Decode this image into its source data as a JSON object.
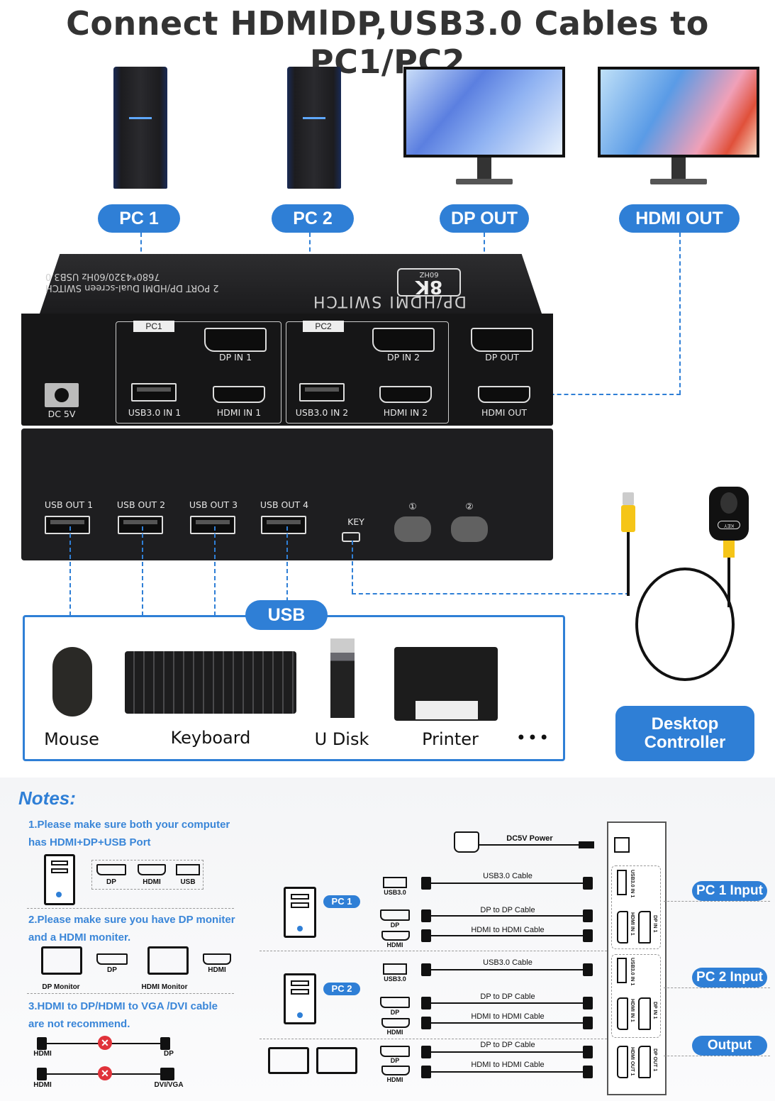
{
  "title": "Connect HDMlDP,USB3.0 Cables to PC1/PC2",
  "top_pills": [
    "PC 1",
    "PC 2",
    "DP OUT",
    "HDMI OUT"
  ],
  "devices_top": [
    {
      "name": "pc-1",
      "icon": "pc-tower-icon"
    },
    {
      "name": "pc-2",
      "icon": "pc-tower-icon"
    },
    {
      "name": "dp-monitor",
      "icon": "monitor-icon"
    },
    {
      "name": "hdmi-monitor",
      "icon": "monitor-icon"
    }
  ],
  "switch_box": {
    "top_title": "DP/HDMI SWITCH",
    "top_sub1": "2 PORT DP/HDMI Dual-screen SWITCH",
    "top_sub2": "7680*4320/60Hz USB3.0",
    "badge_main": "8K",
    "badge_sub": "60HZ",
    "rear": {
      "power": "DC 5V",
      "group1_tag": "PC1",
      "group2_tag": "PC2",
      "ports": [
        "DP IN 1",
        "USB3.0 IN 1",
        "HDMI IN 1",
        "DP IN 2",
        "USB3.0 IN 2",
        "HDMI IN 2",
        "DP OUT",
        "HDMI OUT"
      ]
    },
    "front": {
      "usb_outs": [
        "USB OUT 1",
        "USB OUT 2",
        "USB OUT 3",
        "USB OUT 4"
      ],
      "key_label": "KEY",
      "button_labels": [
        "①",
        "②"
      ]
    }
  },
  "usb_section": {
    "pill": "USB",
    "devices": [
      "Mouse",
      "Keyboard",
      "U Disk",
      "Printer"
    ],
    "more": "•••"
  },
  "desktop_controller": {
    "label_line1": "Desktop",
    "label_line2": "Controller",
    "key_text": "KEY"
  },
  "notes": {
    "heading": "Notes:",
    "note1_line1": "1.Please make sure both your computer",
    "note1_line2": "has HDMI+DP+USB Port",
    "note1_ports": [
      "DP",
      "HDMI",
      "USB"
    ],
    "note2_line1": "2.Please make sure  you have DP moniter",
    "note2_line2": "and a HDMI moniter.",
    "note2_labels": [
      "DP",
      "DP Monitor",
      "HDMI",
      "HDMI Monitor"
    ],
    "note3_line1": "3.HDMI to DP/HDMI to VGA /DVI cable",
    "note3_line2": "are not recommend.",
    "note3_cables": [
      {
        "left": "HDMI",
        "right": "DP"
      },
      {
        "left": "HDMI",
        "right": "DVI/VGA"
      }
    ]
  },
  "wiring": {
    "power_label": "DC5V Power",
    "pc1_pill": "PC 1",
    "pc2_pill": "PC 2",
    "port_labels": {
      "usb": "USB3.0",
      "dp": "DP",
      "hdmi": "HDMI"
    },
    "cables": {
      "usb": "USB3.0 Cable",
      "dp": "DP to DP Cable",
      "hdmi": "HDMI to HDMI Cable"
    },
    "side_panel_labels": [
      "USB3.0 IN 1",
      "HDMI IN 1",
      "DP IN 1",
      "USB3.0 IN 1",
      "HDMI IN 1",
      "DP IN 1",
      "HDMI OUT 1",
      "DP OUT 1"
    ],
    "side_pills": [
      "PC 1 Input",
      "PC 2 Input",
      "Output"
    ]
  }
}
